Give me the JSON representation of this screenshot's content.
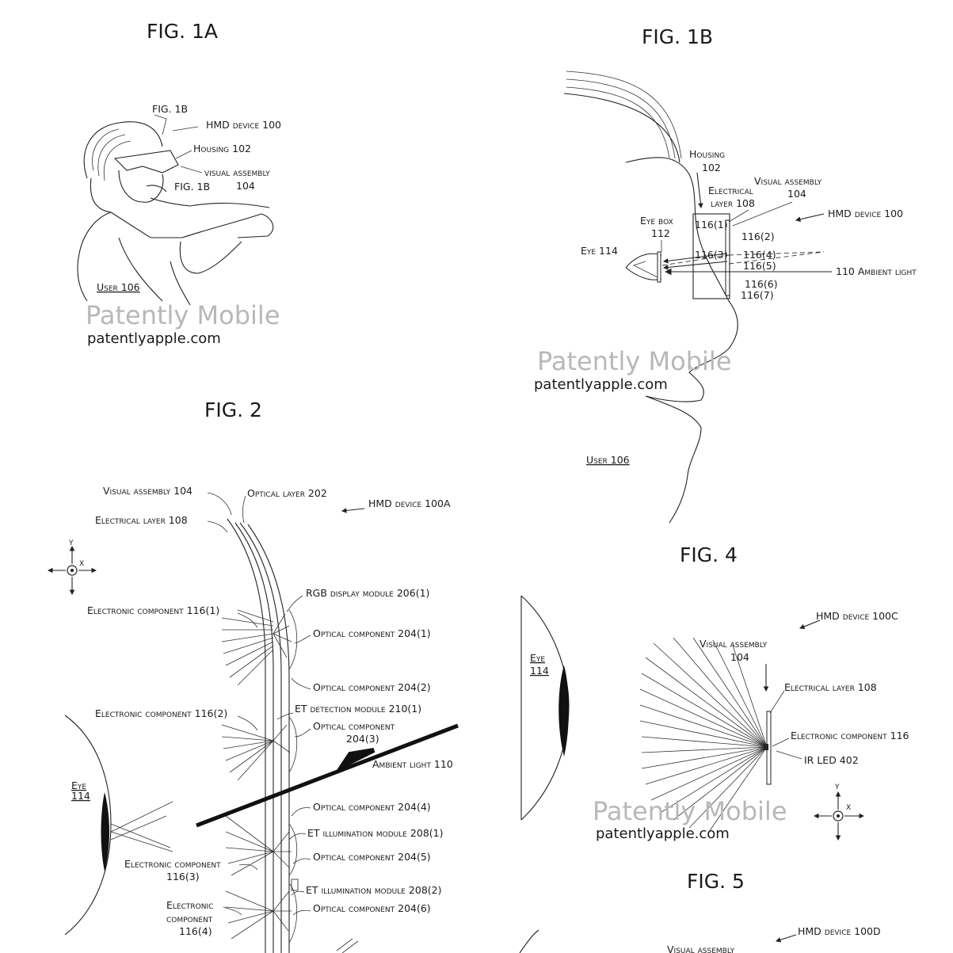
{
  "figures": {
    "fig1a": {
      "title": "FIG. 1A",
      "labels": {
        "fig1b_ref_top": "FIG. 1B",
        "hmd": "HMD device 100",
        "housing": "Housing 102",
        "visual_assembly": "visual assembly",
        "visual_assembly_num": "104",
        "fig1b_ref_bottom": "FIG. 1B",
        "user": "User 106"
      }
    },
    "fig1b": {
      "title": "FIG. 1B",
      "labels": {
        "housing": "Housing",
        "housing_num": "102",
        "visual_assembly": "Visual assembly",
        "visual_assembly_num": "104",
        "electrical": "Electrical",
        "layer": "layer 108",
        "hmd": "HMD device 100",
        "eye_box": "Eye box",
        "eye_box_num": "112",
        "eye": "Eye 114",
        "c1": "116(1)",
        "c2": "116(2)",
        "c3": "116(3)",
        "c4": "116(4)",
        "c5": "116(5)",
        "c6": "116(6)",
        "c7": "116(7)",
        "ambient": "110 Ambient light",
        "user": "User 106"
      }
    },
    "fig2": {
      "title": "FIG. 2",
      "labels": {
        "visual_assembly": "Visual assembly 104",
        "optical_layer": "Optical layer 202",
        "hmd": "HMD device 100A",
        "electrical_layer": "Electrical layer 108",
        "rgb": "RGB display module 206(1)",
        "ec1": "Electronic component 116(1)",
        "oc1": "Optical component 204(1)",
        "oc2": "Optical component 204(2)",
        "et_det": "ET detection module 210(1)",
        "ec2": "Electronic component 116(2)",
        "oc3a": "Optical component",
        "oc3b": "204(3)",
        "ambient": "Ambient light 110",
        "eye": "Eye",
        "eye_num": "114",
        "oc4": "Optical component 204(4)",
        "et_ill1": "ET illumination module 208(1)",
        "ec3a": "Electronic component",
        "ec3b": "116(3)",
        "oc5": "Optical component 204(5)",
        "et_ill2": "ET illumination module 208(2)",
        "ec4a": "Electronic",
        "ec4b": "component",
        "ec4c": "116(4)",
        "oc6": "Optical component 204(6)",
        "axis_y": "y",
        "axis_x": "x"
      }
    },
    "fig4": {
      "title": "FIG. 4",
      "labels": {
        "hmd": "HMD device 100C",
        "visual_assembly": "Visual assembly",
        "visual_assembly_num": "104",
        "electrical": "Electrical layer 108",
        "eye": "Eye",
        "eye_num": "114",
        "ec": "Electronic component 116",
        "led": "IR LED 402",
        "axis_y": "y",
        "axis_x": "x"
      }
    },
    "fig5": {
      "title": "FIG. 5",
      "labels": {
        "hmd": "HMD device 100D",
        "visual_partial": "Visual assembly"
      }
    }
  },
  "watermarks": {
    "brand": "Patently Mobile",
    "site": "patentlyapple.com"
  }
}
